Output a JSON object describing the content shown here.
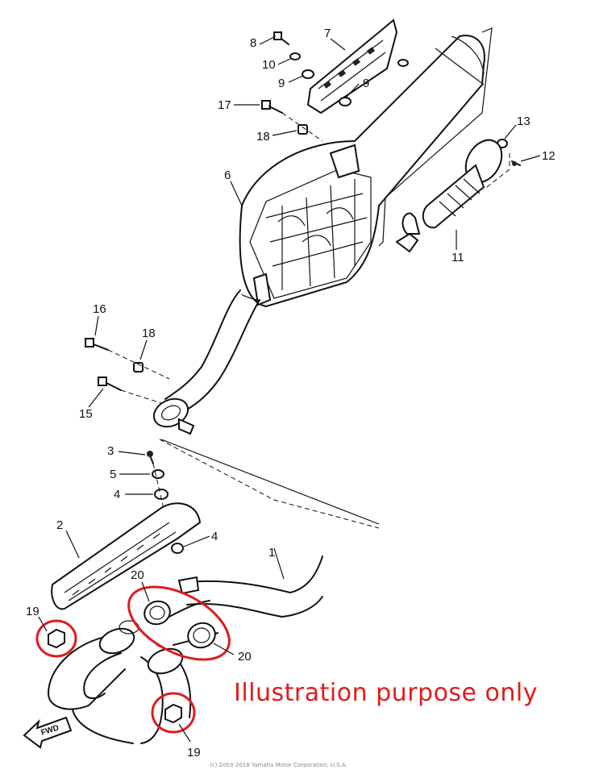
{
  "callouts": {
    "c1": "1",
    "c2": "2",
    "c3": "3",
    "c4a": "4",
    "c4b": "4",
    "c5": "5",
    "c6": "6",
    "c7": "7",
    "c8": "8",
    "c9a": "9",
    "c9b": "9",
    "c10": "10",
    "c11": "11",
    "c12": "12",
    "c13": "13",
    "c15": "15",
    "c16": "16",
    "c17": "17",
    "c18a": "18",
    "c18b": "18",
    "c19a": "19",
    "c19b": "19",
    "c20a": "20",
    "c20b": "20"
  },
  "fwd_label": "FWD",
  "note": "Illustration purpose only",
  "copyright": "(c) 2003-2018 Yamaha Motor Corporation, U.S.A.",
  "colors": {
    "highlight": "#e01b1b",
    "line": "#111111"
  }
}
